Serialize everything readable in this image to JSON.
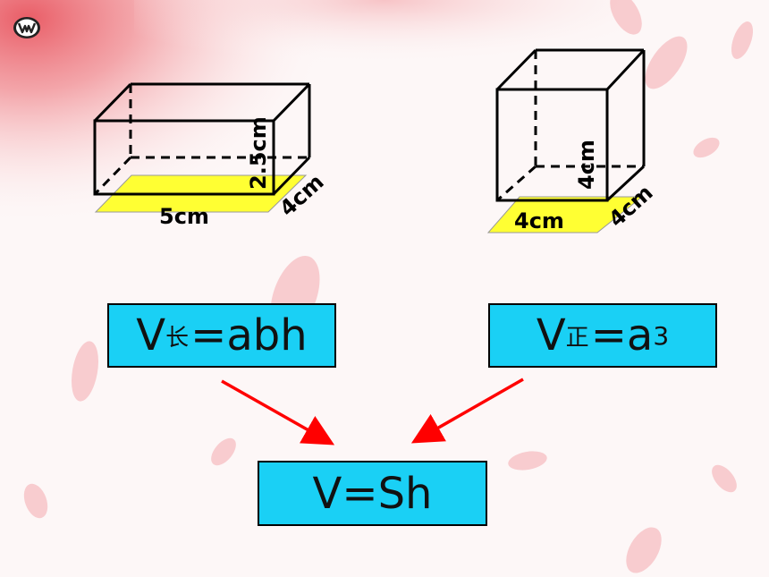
{
  "cuboid": {
    "length_label": "5cm",
    "width_label": "4cm",
    "height_label": "2.5cm",
    "base_color": "#ffff33"
  },
  "cube": {
    "front_label": "4cm",
    "side_label": "4cm",
    "height_label": "4cm",
    "base_color": "#ffff33"
  },
  "formulas": {
    "cuboid": {
      "main": "V",
      "sub": "长",
      "rest": "=abh"
    },
    "cube": {
      "main": "V",
      "sub": "正",
      "rest": "=a",
      "sup": "3"
    },
    "general": {
      "text": "V=Sh"
    }
  },
  "colors": {
    "formula_box": "#1ad0f5",
    "arrow": "#ff0000",
    "petals": "#f08a8a"
  },
  "icons": {
    "logo": "logo-icon"
  }
}
